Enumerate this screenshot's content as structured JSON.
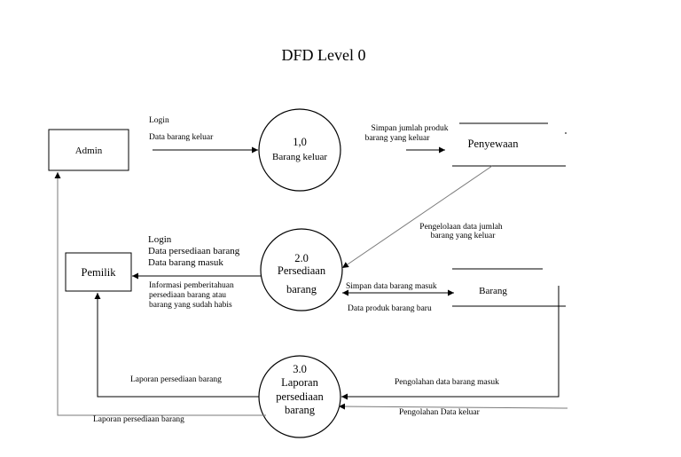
{
  "title": "DFD Level 0",
  "entities": {
    "admin": "Admin",
    "pemilik": "Pemilik"
  },
  "processes": {
    "p1": {
      "number": "1,0",
      "name": [
        "Barang keluar"
      ]
    },
    "p2": {
      "number": "2.0",
      "name": [
        "Persediaan",
        "barang"
      ]
    },
    "p3": {
      "number": "3.0",
      "name": [
        "Laporan",
        "persediaan",
        "barang"
      ]
    }
  },
  "stores": {
    "penyewaan": "Penyewaan",
    "barang": "Barang"
  },
  "flows": {
    "admin_p1_login": "Login",
    "admin_p1_data": "Data barang keluar",
    "p1_penyewaan": [
      "Simpan jumlah produk",
      "barang yang keluar"
    ],
    "penyewaan_p2": [
      "Pengelolaan data jumlah",
      "barang yang keluar"
    ],
    "pemilik_p2": [
      "Login",
      "Data persediaan barang",
      "Data barang masuk"
    ],
    "p2_pemilik": [
      "Informasi pemberitahuan",
      "persediaan barang atau",
      "barang yang sudah habis"
    ],
    "p2_barang": "Simpan data barang masuk",
    "barang_p2": "Data produk barang baru",
    "p3_pemilik": "Laporan persediaan barang",
    "p3_admin": "Laporan persediaan barang",
    "barang_p3_masuk": "Pengolahan data barang masuk",
    "penyewaan_p3_keluar": "Pengolahan Data keluar"
  }
}
